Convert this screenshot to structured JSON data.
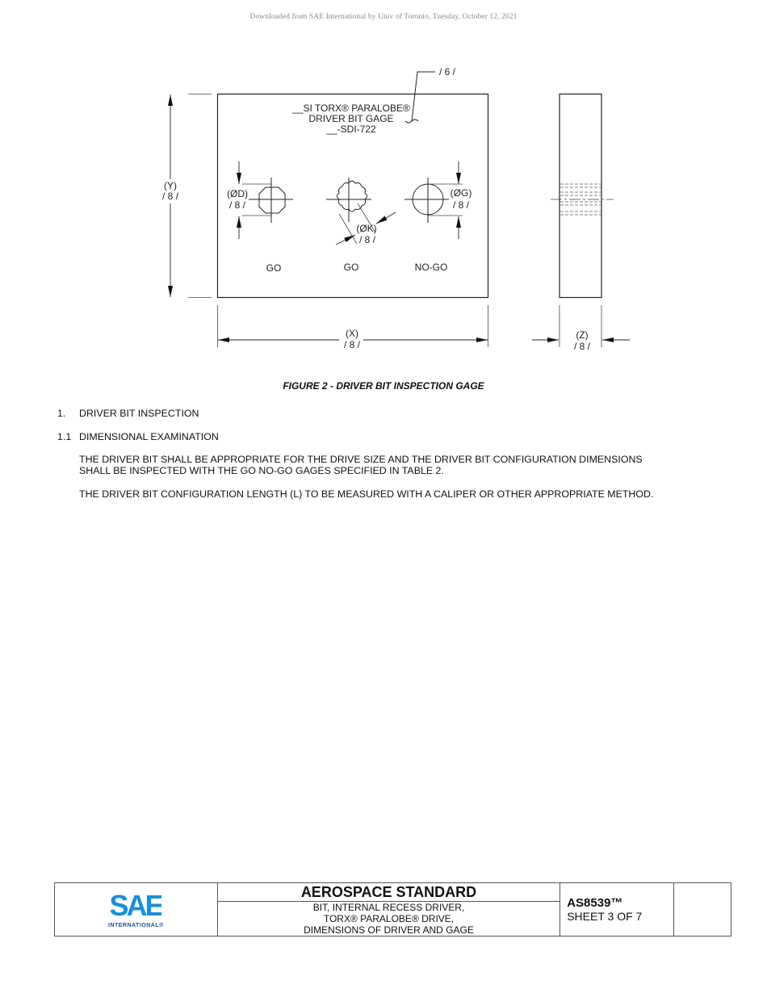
{
  "header": {
    "download_note": "Downloaded from SAE International by Univ of Toronto, Tuesday, October 12, 2021"
  },
  "figure": {
    "marking_lines": [
      "__SI TORX®  PARALOBE®",
      "DRIVER BIT GAGE",
      "__-SDI-722"
    ],
    "note_ref_6": "/ 6 /",
    "dims": {
      "y_label": "(Y)",
      "y_note": "/ 8 /",
      "x_label": "(X)",
      "x_note": "/ 8 /",
      "z_label": "(Z)",
      "z_note": "/ 8 /",
      "d_label": "(ØD)",
      "d_note": "/ 8 /",
      "k_label": "(ØK)",
      "k_note": "/ 8 /",
      "g_label": "(ØG)",
      "g_note": "/ 8 /"
    },
    "gage_labels": [
      "GO",
      "GO",
      "NO-GO"
    ],
    "caption": "FIGURE 2 - DRIVER BIT INSPECTION GAGE"
  },
  "sections": [
    {
      "number": "1.",
      "title": "DRIVER BIT INSPECTION"
    },
    {
      "number": "1.1",
      "title": "DIMENSIONAL EXAMINATION"
    }
  ],
  "paragraphs": [
    "THE DRIVER BIT SHALL BE APPROPRIATE FOR THE DRIVE SIZE AND THE DRIVER BIT CONFIGURATION DIMENSIONS",
    "SHALL BE INSPECTED WITH THE GO NO-GO GAGES SPECIFIED IN TABLE 2.",
    "THE DRIVER BIT CONFIGURATION LENGTH (L) TO BE MEASURED WITH A CALIPER OR OTHER APPROPRIATE METHOD."
  ],
  "title_block": {
    "logo_text": "SAE",
    "logo_sub": "INTERNATIONAL®",
    "logo_color": "#1a8fd6",
    "heading": "AEROSPACE STANDARD",
    "description": [
      "BIT, INTERNAL RECESS DRIVER,",
      "TORX® PARALOBE® DRIVE,",
      "DIMENSIONS OF DRIVER AND GAGE"
    ],
    "doc_number": "AS8539™",
    "sheet": "SHEET 3 OF 7",
    "revision": ""
  }
}
